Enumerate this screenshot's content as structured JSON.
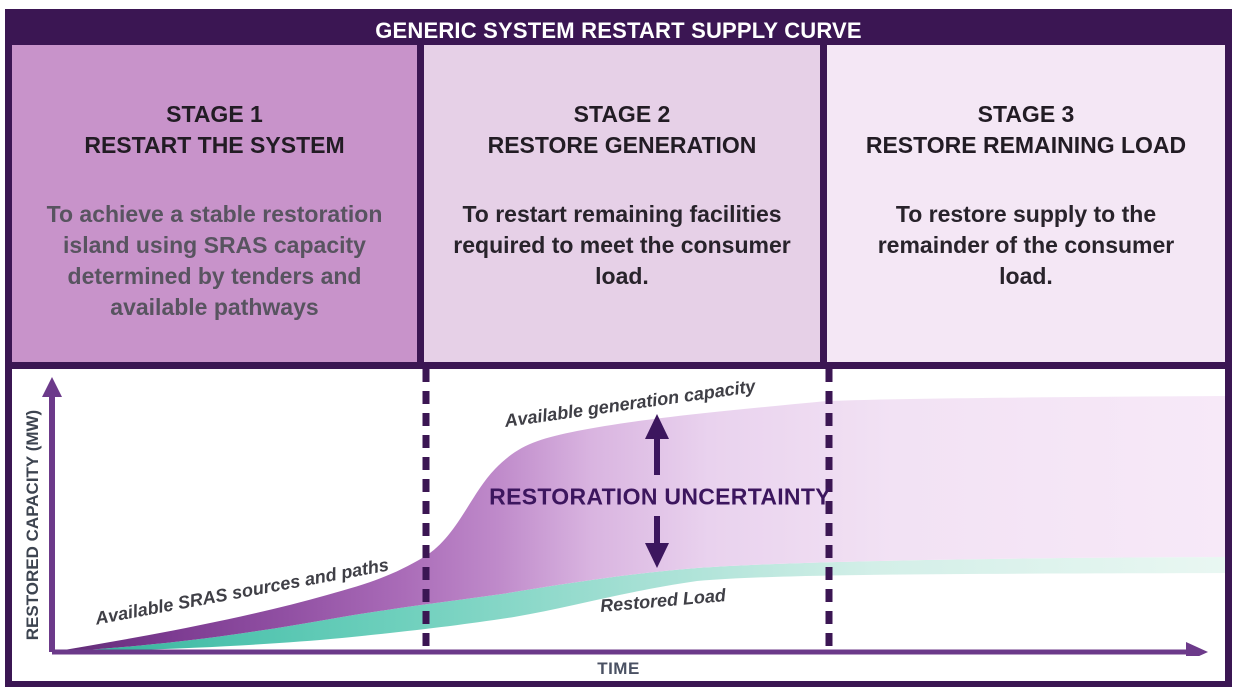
{
  "header": {
    "title": "GENERIC SYSTEM RESTART SUPPLY CURVE"
  },
  "stages": [
    {
      "title_line1": "STAGE 1",
      "title_line2": "RESTART THE SYSTEM",
      "description": "To achieve a stable restoration island using SRAS capacity determined by tenders and available pathways"
    },
    {
      "title_line1": "STAGE 2",
      "title_line2": "RESTORE GENERATION",
      "description": "To restart remaining facilities required to meet the consumer load."
    },
    {
      "title_line1": "STAGE 3",
      "title_line2": "RESTORE REMAINING LOAD",
      "description": "To restore supply to the remainder of the consumer load."
    }
  ],
  "chart": {
    "y_axis_label": "RESTORED CAPACITY (MW)",
    "x_axis_label": "TIME",
    "curve_labels": {
      "generation": "Available generation capacity",
      "sras": "Available SRAS sources and paths",
      "restored_load": "Restored Load"
    },
    "annotation": "RESTORATION UNCERTAINTY"
  },
  "chart_data": {
    "type": "area",
    "note": "Conceptual (unlabelled axes); values are normalized 0-1 estimates of band edge heights at stage boundaries",
    "x_stages": [
      "Stage 1 start",
      "Stage 1/2 boundary",
      "Stage 2/3 boundary",
      "End"
    ],
    "series": [
      {
        "name": "Available generation capacity (band top)",
        "values": [
          0.0,
          0.34,
          0.91,
          0.93
        ]
      },
      {
        "name": "Restored load band top",
        "values": [
          0.0,
          0.16,
          0.33,
          0.34
        ]
      },
      {
        "name": "Restored load band bottom",
        "values": [
          0.0,
          0.07,
          0.27,
          0.29
        ]
      }
    ],
    "xlabel": "TIME",
    "ylabel": "RESTORED CAPACITY (MW)",
    "grid": false,
    "legend": "labels drawn on curves"
  },
  "colors": {
    "frame_and_header": "#3b1653",
    "stage1_bg": "#c893ca",
    "stage2_bg": "#e6d0e7",
    "stage3_bg": "#f4e7f5",
    "axis_purple": "#6c3a8a",
    "purple_band_start": "#5e2a74",
    "purple_band_end": "#f7e9f8",
    "teal_band_start": "#2fae96",
    "teal_band_end": "#e9f7f2",
    "uncertainty_text": "#3c165e",
    "header_text": "#ffffff"
  }
}
